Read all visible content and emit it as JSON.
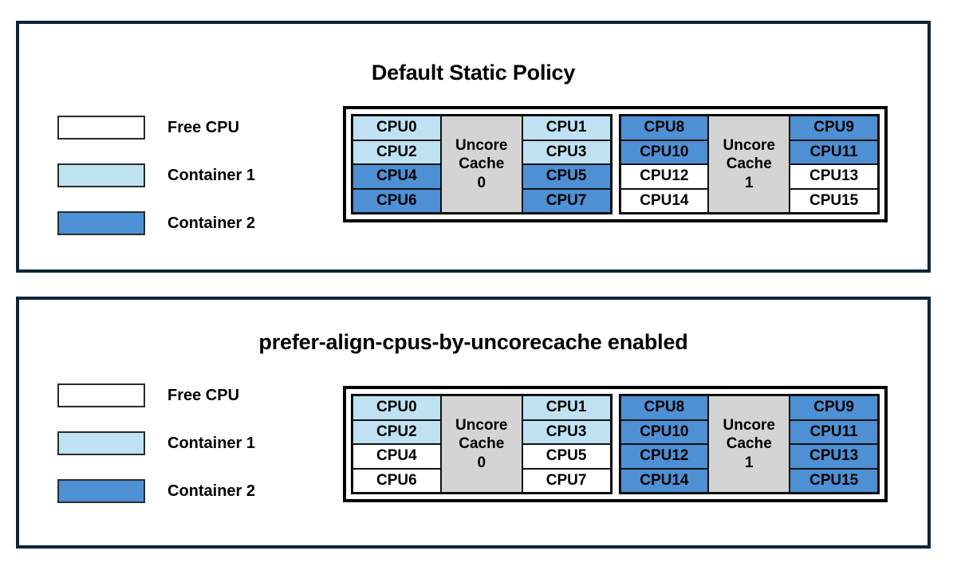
{
  "legend": {
    "items": [
      {
        "label": "Free CPU",
        "state": "free",
        "color": "#ffffff"
      },
      {
        "label": "Container 1",
        "state": "container1",
        "color": "#bfe2f3"
      },
      {
        "label": "Container 2",
        "state": "container2",
        "color": "#4e90d4"
      }
    ]
  },
  "panels": [
    {
      "title": "Default Static Policy",
      "groups": [
        {
          "cache_label_line1": "Uncore",
          "cache_label_line2": "Cache",
          "cache_index": "0",
          "left_column": [
            {
              "label": "CPU0",
              "state": "container1"
            },
            {
              "label": "CPU2",
              "state": "container1"
            },
            {
              "label": "CPU4",
              "state": "container2"
            },
            {
              "label": "CPU6",
              "state": "container2"
            }
          ],
          "right_column": [
            {
              "label": "CPU1",
              "state": "container1"
            },
            {
              "label": "CPU3",
              "state": "container1"
            },
            {
              "label": "CPU5",
              "state": "container2"
            },
            {
              "label": "CPU7",
              "state": "container2"
            }
          ]
        },
        {
          "cache_label_line1": "Uncore",
          "cache_label_line2": "Cache",
          "cache_index": "1",
          "left_column": [
            {
              "label": "CPU8",
              "state": "container2"
            },
            {
              "label": "CPU10",
              "state": "container2"
            },
            {
              "label": "CPU12",
              "state": "free"
            },
            {
              "label": "CPU14",
              "state": "free"
            }
          ],
          "right_column": [
            {
              "label": "CPU9",
              "state": "container2"
            },
            {
              "label": "CPU11",
              "state": "container2"
            },
            {
              "label": "CPU13",
              "state": "free"
            },
            {
              "label": "CPU15",
              "state": "free"
            }
          ]
        }
      ]
    },
    {
      "title": "prefer-align-cpus-by-uncorecache enabled",
      "groups": [
        {
          "cache_label_line1": "Uncore",
          "cache_label_line2": "Cache",
          "cache_index": "0",
          "left_column": [
            {
              "label": "CPU0",
              "state": "container1"
            },
            {
              "label": "CPU2",
              "state": "container1"
            },
            {
              "label": "CPU4",
              "state": "free"
            },
            {
              "label": "CPU6",
              "state": "free"
            }
          ],
          "right_column": [
            {
              "label": "CPU1",
              "state": "container1"
            },
            {
              "label": "CPU3",
              "state": "container1"
            },
            {
              "label": "CPU5",
              "state": "free"
            },
            {
              "label": "CPU7",
              "state": "free"
            }
          ]
        },
        {
          "cache_label_line1": "Uncore",
          "cache_label_line2": "Cache",
          "cache_index": "1",
          "left_column": [
            {
              "label": "CPU8",
              "state": "container2"
            },
            {
              "label": "CPU10",
              "state": "container2"
            },
            {
              "label": "CPU12",
              "state": "container2"
            },
            {
              "label": "CPU14",
              "state": "container2"
            }
          ],
          "right_column": [
            {
              "label": "CPU9",
              "state": "container2"
            },
            {
              "label": "CPU11",
              "state": "container2"
            },
            {
              "label": "CPU13",
              "state": "container2"
            },
            {
              "label": "CPU15",
              "state": "container2"
            }
          ]
        }
      ]
    }
  ]
}
